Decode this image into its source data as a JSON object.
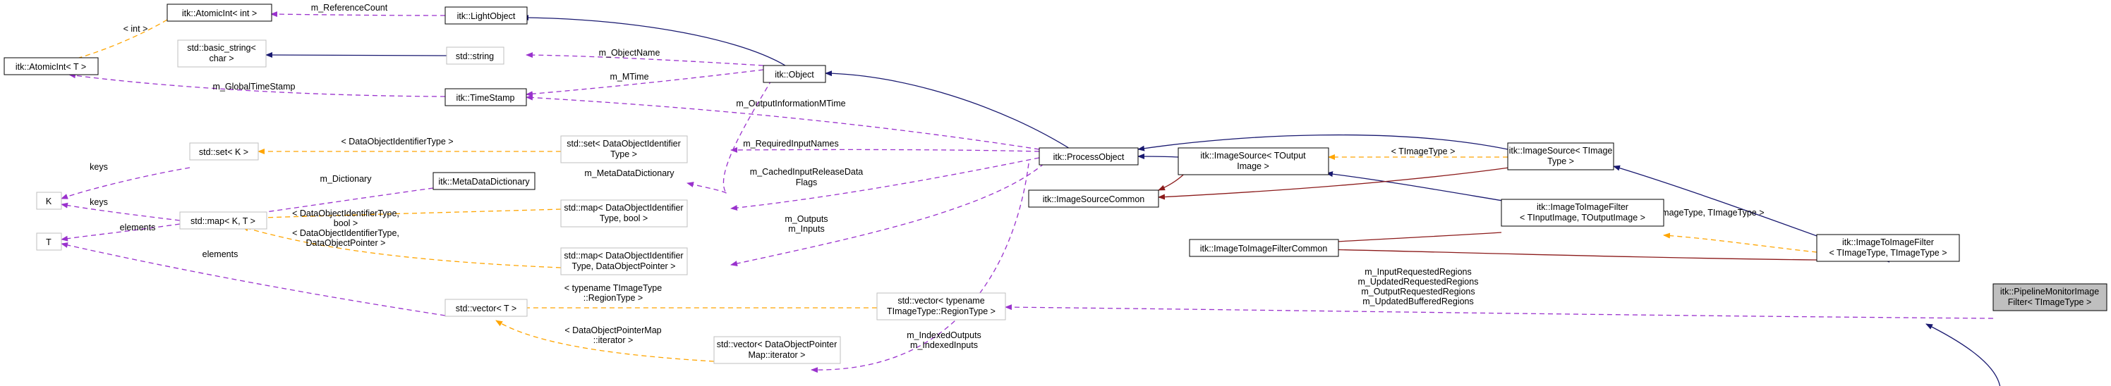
{
  "nodes": {
    "atomicint_int": {
      "lines": [
        "itk::AtomicInt< int >"
      ]
    },
    "lightobject": {
      "lines": [
        "itk::LightObject"
      ]
    },
    "atomicint_t": {
      "lines": [
        "itk::AtomicInt< T >"
      ]
    },
    "basic_string": {
      "lines": [
        "std::basic_string<",
        "char >"
      ]
    },
    "std_string": {
      "lines": [
        "std::string"
      ]
    },
    "object": {
      "lines": [
        "itk::Object"
      ]
    },
    "timestamp": {
      "lines": [
        "itk::TimeStamp"
      ]
    },
    "set_k": {
      "lines": [
        "std::set< K >"
      ]
    },
    "set_doid": {
      "lines": [
        "std::set< DataObjectIdentifier",
        "Type >"
      ]
    },
    "processobject": {
      "lines": [
        "itk::ProcessObject"
      ]
    },
    "imagesource_out": {
      "lines": [
        "itk::ImageSource< TOutput",
        "Image >"
      ]
    },
    "imagesource_t": {
      "lines": [
        "itk::ImageSource< TImage",
        "Type >"
      ]
    },
    "k": {
      "lines": [
        "K"
      ]
    },
    "metadatadictionary": {
      "lines": [
        "itk::MetaDataDictionary"
      ]
    },
    "imagesourcecommon": {
      "lines": [
        "itk::ImageSourceCommon"
      ]
    },
    "t": {
      "lines": [
        "T"
      ]
    },
    "map_kt": {
      "lines": [
        "std::map< K, T >"
      ]
    },
    "map_doid_bool": {
      "lines": [
        "std::map< DataObjectIdentifier",
        "Type, bool >"
      ]
    },
    "imagetoimagefilter_in_out": {
      "lines": [
        "itk::ImageToImageFilter",
        "< TInputImage, TOutputImage >"
      ]
    },
    "imagetoimagefiltercommon": {
      "lines": [
        "itk::ImageToImageFilterCommon"
      ]
    },
    "imagetoimagefilter_t": {
      "lines": [
        "itk::ImageToImageFilter",
        "< TImageType, TImageType >"
      ]
    },
    "map_doid_ptr": {
      "lines": [
        "std::map< DataObjectIdentifier",
        "Type, DataObjectPointer >"
      ]
    },
    "vector_t": {
      "lines": [
        "std::vector< T >"
      ]
    },
    "vector_region": {
      "lines": [
        "std::vector< typename",
        "TImageType::RegionType >"
      ]
    },
    "pipelinemonitor": {
      "lines": [
        "itk::PipelineMonitorImage",
        "Filter< TImageType >"
      ]
    },
    "vector_iter": {
      "lines": [
        "std::vector< DataObjectPointer",
        "Map::iterator >"
      ]
    }
  },
  "edge_labels": {
    "m_referencecount": [
      "m_ReferenceCount"
    ],
    "int_tpl": [
      "< int >"
    ],
    "m_globaltimestamp": [
      "m_GlobalTimeStamp"
    ],
    "m_objectname": [
      "m_ObjectName"
    ],
    "m_mtime": [
      "m_MTime"
    ],
    "m_outputinformationmtime": [
      "m_OutputInformationMTime"
    ],
    "doid_type_tpl": [
      "< DataObjectIdentifierType >"
    ],
    "keys_1": [
      "keys"
    ],
    "keys_2": [
      "keys"
    ],
    "m_requiredinputnames": [
      "m_RequiredInputNames"
    ],
    "m_dictionary": [
      "m_Dictionary"
    ],
    "m_metadatadictionary": [
      "m_MetaDataDictionary"
    ],
    "m_cachedinputreleasedataflags": [
      "m_CachedInputReleaseData",
      "Flags"
    ],
    "timagetype_tpl": [
      "< TImageType >"
    ],
    "doid_bool_tpl": [
      "< DataObjectIdentifierType,",
      "bool >"
    ],
    "elements_1": [
      "elements"
    ],
    "elements_2": [
      "elements"
    ],
    "doid_ptr_tpl": [
      "< DataObjectIdentifierType,",
      "DataObjectPointer >"
    ],
    "m_outputs_inputs": [
      "m_Outputs",
      "m_Inputs"
    ],
    "timagetype_pair_tpl": [
      "< TImageType, TImageType >"
    ],
    "regions": [
      "m_InputRequestedRegions",
      "m_UpdatedRequestedRegions",
      "m_OutputRequestedRegions",
      "m_UpdatedBufferedRegions"
    ],
    "regiontype_tpl": [
      "< typename TImageType",
      "::RegionType >"
    ],
    "iterator_tpl": [
      "< DataObjectPointerMap",
      "::iterator >"
    ],
    "m_indexed": [
      "m_IndexedOutputs",
      "m_IndexedInputs"
    ]
  },
  "colors": {
    "inheritance": "#191970",
    "protected_inheritance": "#8b1a1a",
    "member_usage": "#9a32cd",
    "template_instance": "#ffa500",
    "focus_node": "#bfbfbf"
  }
}
